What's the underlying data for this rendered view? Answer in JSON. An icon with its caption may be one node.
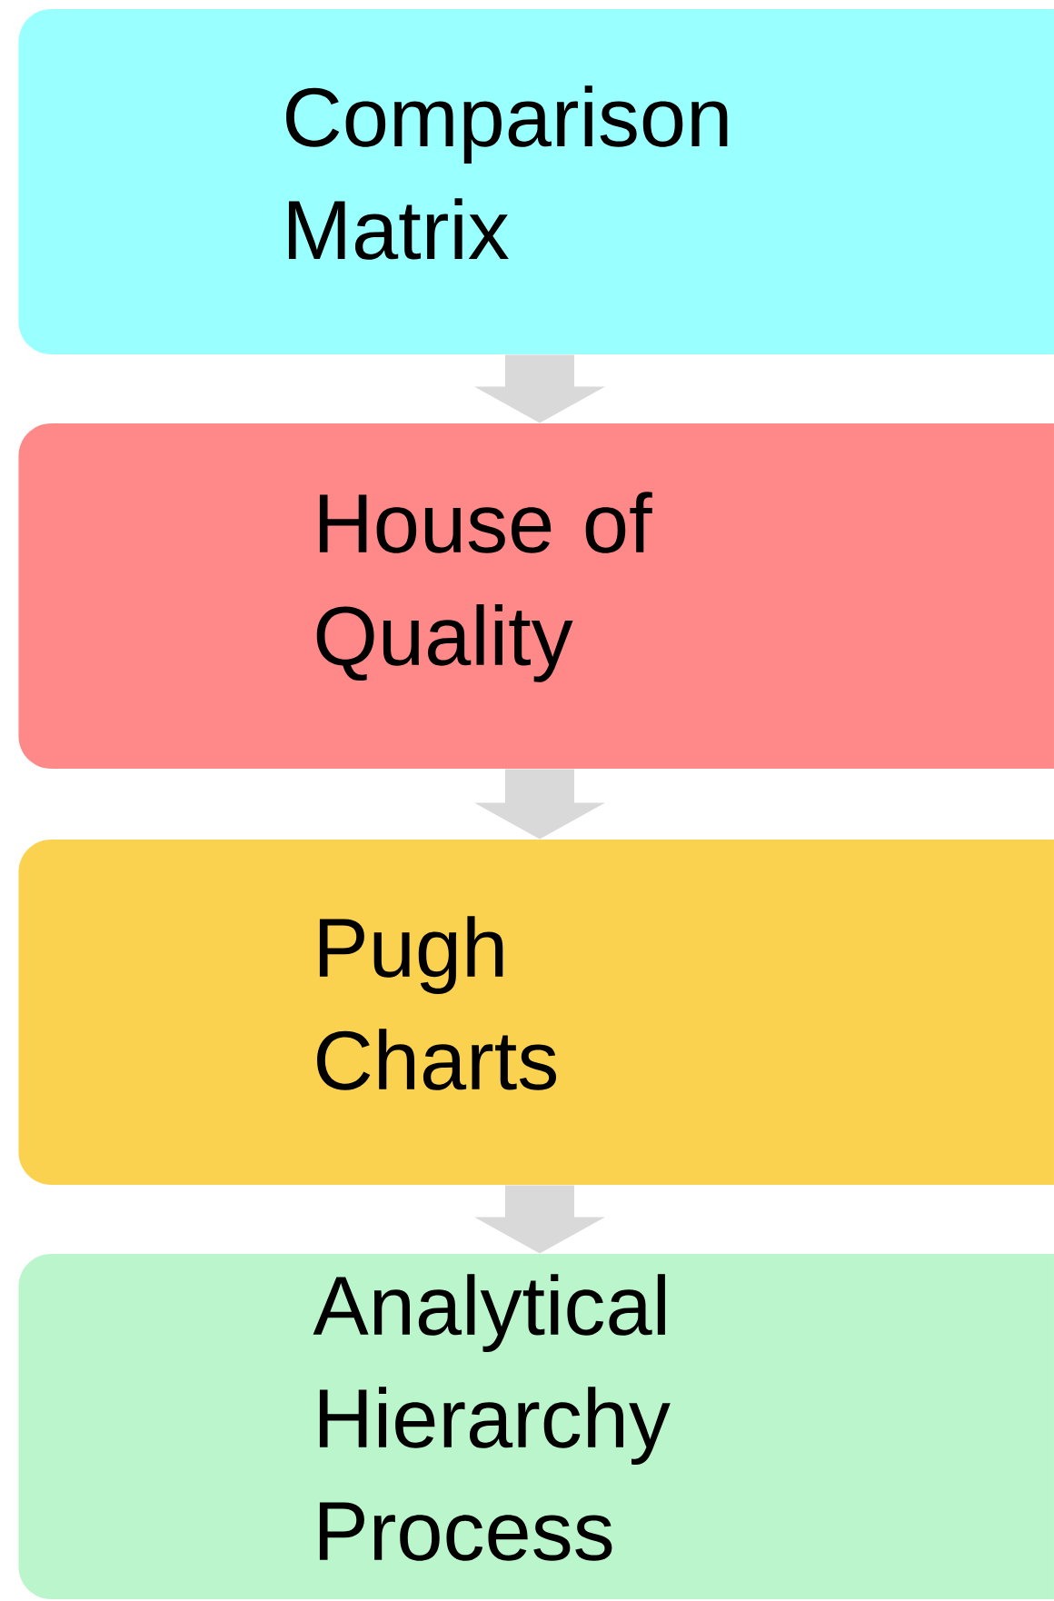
{
  "diagram": {
    "nodes": [
      {
        "text": [
          "Comparison Matrix"
        ]
      },
      {
        "text": [
          "House of Quality"
        ]
      },
      {
        "text": [
          "Pugh Charts"
        ]
      },
      {
        "text": [
          "Analytical Hierarchy Process"
        ]
      }
    ],
    "edges": [
      {
        "from": 0,
        "to": 1,
        "arrow": "to"
      },
      {
        "from": 1,
        "to": 2,
        "arrow": "to"
      },
      {
        "from": 2,
        "to": 3,
        "arrow": "to"
      }
    ]
  }
}
